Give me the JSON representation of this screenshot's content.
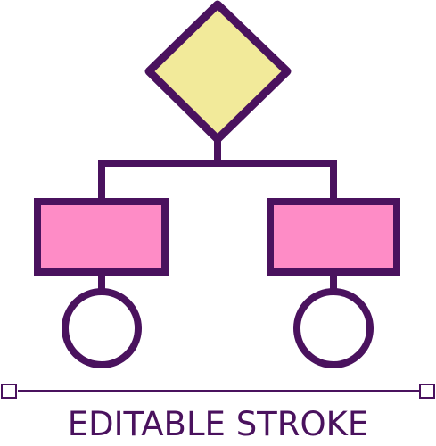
{
  "caption": {
    "text": "EDITABLE STROKE"
  },
  "colors": {
    "stroke": "#4a125e",
    "decision_fill": "#f2ea9a",
    "process_fill": "#fe8cc6",
    "terminal_fill": "#ffffff",
    "handle_fill": "#ffffff",
    "background": "#ffffff"
  },
  "icon": {
    "name": "flowchart-icon",
    "nodes": [
      {
        "id": "decision",
        "shape": "diamond"
      },
      {
        "id": "process-left",
        "shape": "rectangle"
      },
      {
        "id": "process-right",
        "shape": "rectangle"
      },
      {
        "id": "terminal-left",
        "shape": "circle"
      },
      {
        "id": "terminal-right",
        "shape": "circle"
      }
    ]
  }
}
